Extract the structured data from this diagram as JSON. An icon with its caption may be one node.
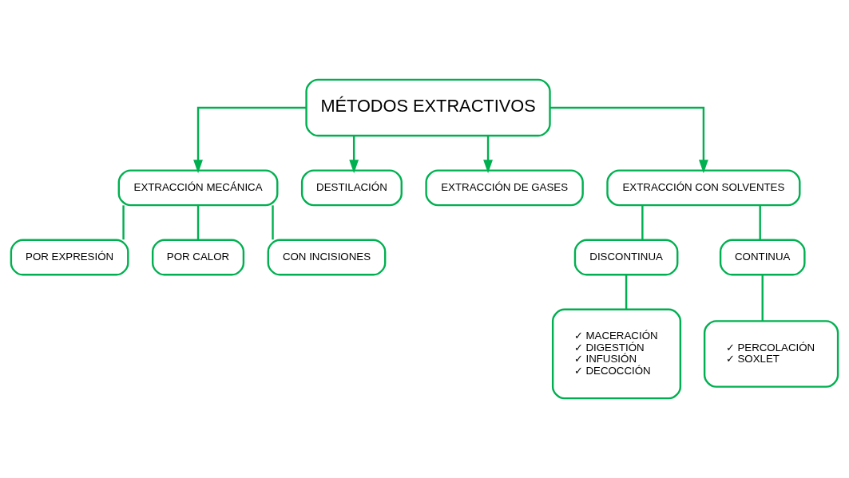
{
  "diagram": {
    "nodes": [
      {
        "text": [
          "MÉTODOS EXTRACTIVOS"
        ]
      },
      {
        "text": [
          "EXTRACCIÓN MECÁNICA"
        ]
      },
      {
        "text": [
          "DESTILACIÓN"
        ]
      },
      {
        "text": [
          "EXTRACCIÓN DE GASES"
        ]
      },
      {
        "text": [
          "EXTRACCIÓN CON SOLVENTES"
        ]
      },
      {
        "text": [
          "POR EXPRESIÓN"
        ]
      },
      {
        "text": [
          "POR CALOR"
        ]
      },
      {
        "text": [
          "CON INCISIONES"
        ]
      },
      {
        "text": [
          "DISCONTINUA"
        ]
      },
      {
        "text": [
          "CONTINUA"
        ]
      },
      {
        "text": [
          "✓ MACERACIÓN",
          "✓ DIGESTIÓN",
          "✓ INFUSIÓN",
          "✓ DECOCCIÓN"
        ]
      },
      {
        "text": [
          "✓ PERCOLACIÓN",
          "✓ SOXLET"
        ]
      }
    ],
    "edges": [
      {
        "from": 0,
        "to": 1,
        "arrow": "to"
      },
      {
        "from": 0,
        "to": 2,
        "arrow": "to"
      },
      {
        "from": 0,
        "to": 3,
        "arrow": "to"
      },
      {
        "from": 0,
        "to": 4,
        "arrow": "to"
      },
      {
        "from": 1,
        "to": 5,
        "arrow": "none"
      },
      {
        "from": 1,
        "to": 6,
        "arrow": "none"
      },
      {
        "from": 1,
        "to": 7,
        "arrow": "none"
      },
      {
        "from": 4,
        "to": 8,
        "arrow": "none"
      },
      {
        "from": 4,
        "to": 9,
        "arrow": "none"
      },
      {
        "from": 8,
        "to": 10,
        "arrow": "none"
      },
      {
        "from": 9,
        "to": 11,
        "arrow": "none"
      }
    ]
  }
}
